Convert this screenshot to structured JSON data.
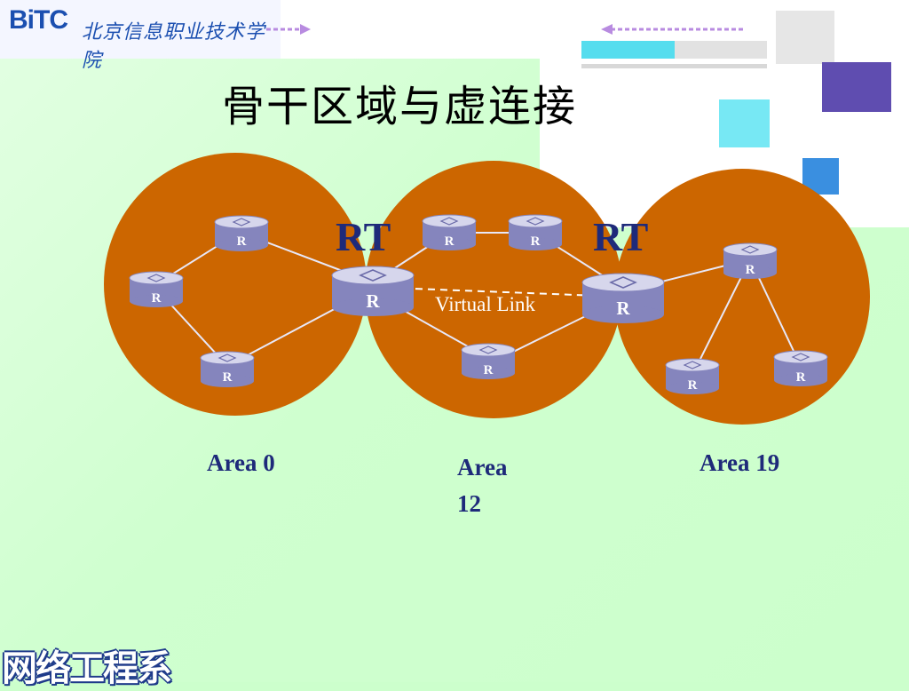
{
  "header": {
    "logo_text": "BiTC",
    "logo_subtitle": "北京信息职业技术学院"
  },
  "title": "骨干区域与虚连接",
  "diagram": {
    "router_label": "R",
    "rt_labels": [
      "RT",
      "RT"
    ],
    "virtual_link_label": "Virtual Link",
    "areas": [
      "Area 0",
      "Area 12",
      "Area 19"
    ]
  },
  "footer": {
    "logo_text": "网络工程系"
  },
  "colors": {
    "area_fill": "#cc6600",
    "router_body": "#8e8ec4",
    "router_top": "#d8d8ee",
    "label_blue": "#1e2a7a",
    "background": "#ccffcc"
  },
  "icons": [
    "router-icon",
    "arrow-right-icon",
    "arrow-left-icon"
  ]
}
